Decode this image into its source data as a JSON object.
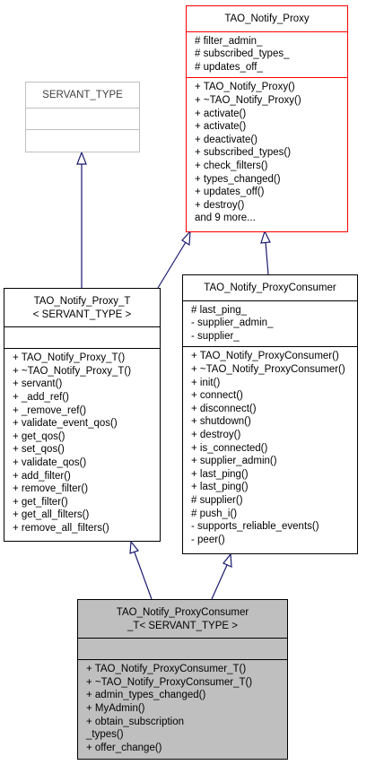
{
  "classes": {
    "tao_notify_proxy": {
      "name": "TAO_Notify_Proxy",
      "attributes": [
        "# filter_admin_",
        "# subscribed_types_",
        "# updates_off_"
      ],
      "methods": [
        "+ TAO_Notify_Proxy()",
        "+ ~TAO_Notify_Proxy()",
        "+ activate()",
        "+ activate()",
        "+ deactivate()",
        "+ subscribed_types()",
        "+ check_filters()",
        "+ types_changed()",
        "+ updates_off()",
        "+ destroy()",
        "and 9 more..."
      ]
    },
    "servant_type": {
      "name": "SERVANT_TYPE",
      "attributes": [],
      "methods": []
    },
    "tao_notify_proxy_t": {
      "name_lines": [
        "TAO_Notify_Proxy_T",
        "< SERVANT_TYPE >"
      ],
      "attributes": [],
      "methods": [
        "+ TAO_Notify_Proxy_T()",
        "+ ~TAO_Notify_Proxy_T()",
        "+ servant()",
        "+ _add_ref()",
        "+ _remove_ref()",
        "+ validate_event_qos()",
        "+ get_qos()",
        "+ set_qos()",
        "+ validate_qos()",
        "+ add_filter()",
        "+ remove_filter()",
        "+ get_filter()",
        "+ get_all_filters()",
        "+ remove_all_filters()"
      ]
    },
    "tao_notify_proxyconsumer": {
      "name": "TAO_Notify_ProxyConsumer",
      "attributes": [
        "# last_ping_",
        "- supplier_admin_",
        "- supplier_"
      ],
      "methods": [
        "+ TAO_Notify_ProxyConsumer()",
        "+ ~TAO_Notify_ProxyConsumer()",
        "+ init()",
        "+ connect()",
        "+ disconnect()",
        "+ shutdown()",
        "+ destroy()",
        "+ is_connected()",
        "+ supplier_admin()",
        "+ last_ping()",
        "+ last_ping()",
        "# supplier()",
        "# push_i()",
        "- supports_reliable_events()",
        "- peer()"
      ]
    },
    "tao_notify_proxyconsumer_t": {
      "name_lines": [
        "TAO_Notify_ProxyConsumer",
        "_T< SERVANT_TYPE >"
      ],
      "attributes": [],
      "methods": [
        "+ TAO_Notify_ProxyConsumer_T()",
        "+ ~TAO_Notify_ProxyConsumer_T()",
        "+ admin_types_changed()",
        "+ MyAdmin()",
        "+ obtain_subscription",
        "_types()",
        "+ offer_change()"
      ]
    }
  },
  "colors": {
    "arrow": "#191970",
    "highlight_border": "#ff0000",
    "selected_fill": "#bfbfbf",
    "undocumented_border": "#bfbfbf"
  }
}
